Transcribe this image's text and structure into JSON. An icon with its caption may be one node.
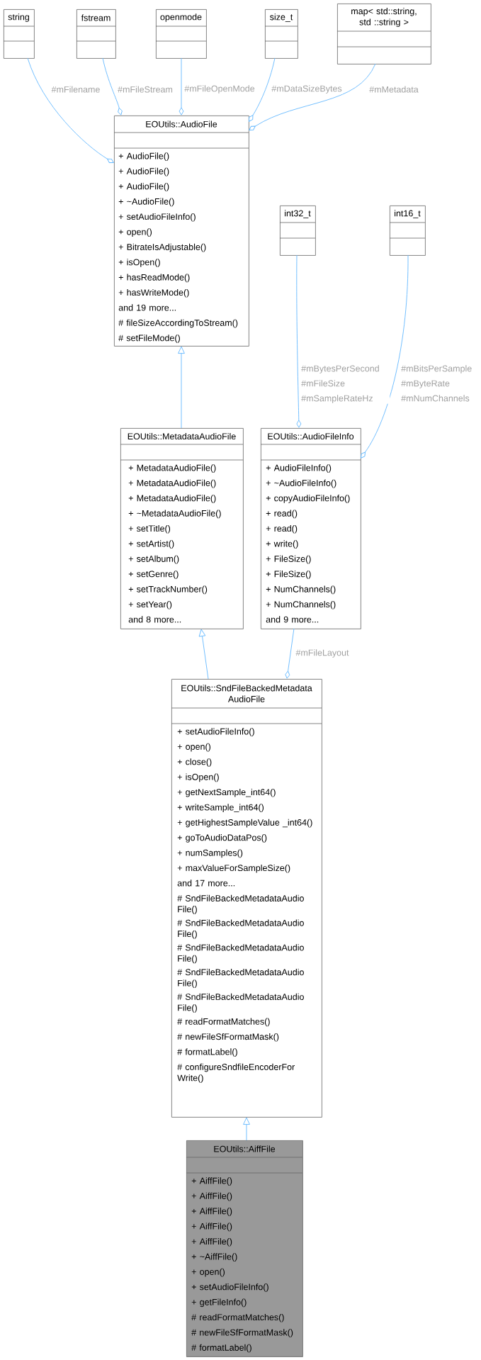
{
  "diagram": {
    "nodes": [
      {
        "text": [
          "string"
        ]
      },
      {
        "text": [
          "fstream"
        ]
      },
      {
        "text": [
          "openmode"
        ]
      },
      {
        "text": [
          "size_t"
        ]
      },
      {
        "text": [
          "map< std::string, std ::string >"
        ]
      },
      {
        "text": [
          "EOUtils::AudioFile",
          "+ AudioFile()",
          "+ AudioFile()",
          "+ AudioFile()",
          "+ ~AudioFile()",
          "+ setAudioFileInfo()",
          "+ open()",
          "+ BitrateIsAdjustable()",
          "+ isOpen()",
          "+ hasReadMode()",
          "+ hasWriteMode()",
          "and 19 more...",
          "# fileSizeAccordingToStream()",
          "# setFileMode()"
        ]
      },
      {
        "text": [
          "int32_t"
        ]
      },
      {
        "text": [
          "int16_t"
        ]
      },
      {
        "text": [
          "EOUtils::MetadataAudioFile",
          "+ MetadataAudioFile()",
          "+ MetadataAudioFile()",
          "+ MetadataAudioFile()",
          "+ ~MetadataAudioFile()",
          "+ setTitle()",
          "+ setArtist()",
          "+ setAlbum()",
          "+ setGenre()",
          "+ setTrackNumber()",
          "+ setYear()",
          "and 8 more..."
        ]
      },
      {
        "text": [
          "EOUtils::AudioFileInfo",
          "+ AudioFileInfo()",
          "+ ~AudioFileInfo()",
          "+ copyAudioFileInfo()",
          "+ read()",
          "+ read()",
          "+ write()",
          "+ FileSize()",
          "+ FileSize()",
          "+ NumChannels()",
          "+ NumChannels()",
          "and 9 more..."
        ]
      },
      {
        "text": [
          "EOUtils::SndFileBackedMetadata AudioFile",
          "+ setAudioFileInfo()",
          "+ open()",
          "+ close()",
          "+ isOpen()",
          "+ getNextSample_int64()",
          "+ writeSample_int64()",
          "+ getHighestSampleValue _int64()",
          "+ goToAudioDataPos()",
          "+ numSamples()",
          "+ maxValueForSampleSize()",
          "and 17 more...",
          "# SndFileBackedMetadataAudio File()",
          "# SndFileBackedMetadataAudio File()",
          "# SndFileBackedMetadataAudio File()",
          "# SndFileBackedMetadataAudio File()",
          "# SndFileBackedMetadataAudio File()",
          "# readFormatMatches()",
          "# newFileSfFormatMask()",
          "# formatLabel()",
          "# configureSndfileEncoderFor Write()"
        ]
      },
      {
        "text": [
          "EOUtils::AiffFile",
          "+ AiffFile()",
          "+ AiffFile()",
          "+ AiffFile()",
          "+ AiffFile()",
          "+ AiffFile()",
          "+ ~AiffFile()",
          "+ open()",
          "+ setAudioFileInfo()",
          "+ getFileInfo()",
          "# readFormatMatches()",
          "# newFileSfFormatMask()",
          "# formatLabel()"
        ]
      }
    ],
    "edges": [
      {
        "from": 0,
        "to": 5,
        "arrow": "other",
        "label": "#mFilename"
      },
      {
        "from": 1,
        "to": 5,
        "arrow": "other",
        "label": "#mFileStream"
      },
      {
        "from": 2,
        "to": 5,
        "arrow": "other",
        "label": "#mFileOpenMode"
      },
      {
        "from": 3,
        "to": 5,
        "arrow": "other",
        "label": "#mDataSizeBytes"
      },
      {
        "from": 4,
        "to": 5,
        "arrow": "other",
        "label": "#mMetadata"
      },
      {
        "from": 8,
        "to": 5,
        "arrow": "to"
      },
      {
        "from": 6,
        "to": 9,
        "arrow": "other",
        "label": "#mBytesPerSecond #mFileSize #mSampleRateHz"
      },
      {
        "from": 7,
        "to": 9,
        "arrow": "other",
        "label": "#mBitsPerSample #mByteRate #mNumChannels"
      },
      {
        "from": 10,
        "to": 8,
        "arrow": "to"
      },
      {
        "from": 9,
        "to": 10,
        "arrow": "other",
        "label": "#mFileLayout"
      },
      {
        "from": 11,
        "to": 10,
        "arrow": "to"
      }
    ]
  }
}
